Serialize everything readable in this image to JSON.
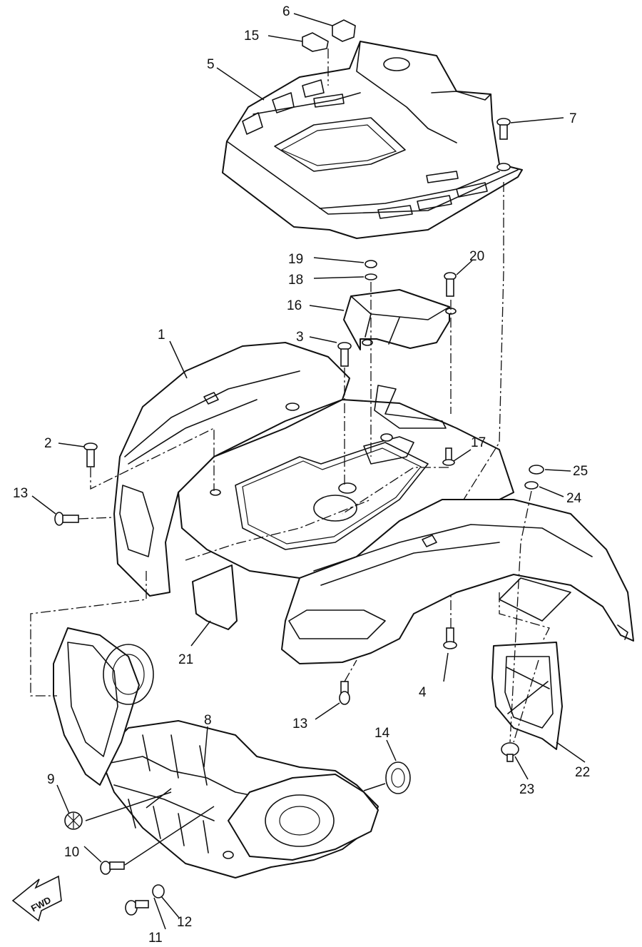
{
  "callouts": [
    {
      "id": "c1",
      "text": "1"
    },
    {
      "id": "c2",
      "text": "2"
    },
    {
      "id": "c3",
      "text": "3"
    },
    {
      "id": "c4",
      "text": "4"
    },
    {
      "id": "c5",
      "text": "5"
    },
    {
      "id": "c6",
      "text": "6"
    },
    {
      "id": "c7",
      "text": "7"
    },
    {
      "id": "c8",
      "text": "8"
    },
    {
      "id": "c9",
      "text": "9"
    },
    {
      "id": "c10",
      "text": "10"
    },
    {
      "id": "c11",
      "text": "11"
    },
    {
      "id": "c12",
      "text": "12"
    },
    {
      "id": "c13a",
      "text": "13"
    },
    {
      "id": "c13b",
      "text": "13"
    },
    {
      "id": "c14",
      "text": "14"
    },
    {
      "id": "c15",
      "text": "15"
    },
    {
      "id": "c16",
      "text": "16"
    },
    {
      "id": "c17",
      "text": "17"
    },
    {
      "id": "c18",
      "text": "18"
    },
    {
      "id": "c19",
      "text": "19"
    },
    {
      "id": "c20",
      "text": "20"
    },
    {
      "id": "c21",
      "text": "21"
    },
    {
      "id": "c22",
      "text": "22"
    },
    {
      "id": "c23",
      "text": "23"
    },
    {
      "id": "c24",
      "text": "24"
    },
    {
      "id": "c25",
      "text": "25"
    }
  ],
  "direction_marker": {
    "text": "FWD",
    "icon": "fwd-arrow-icon"
  }
}
